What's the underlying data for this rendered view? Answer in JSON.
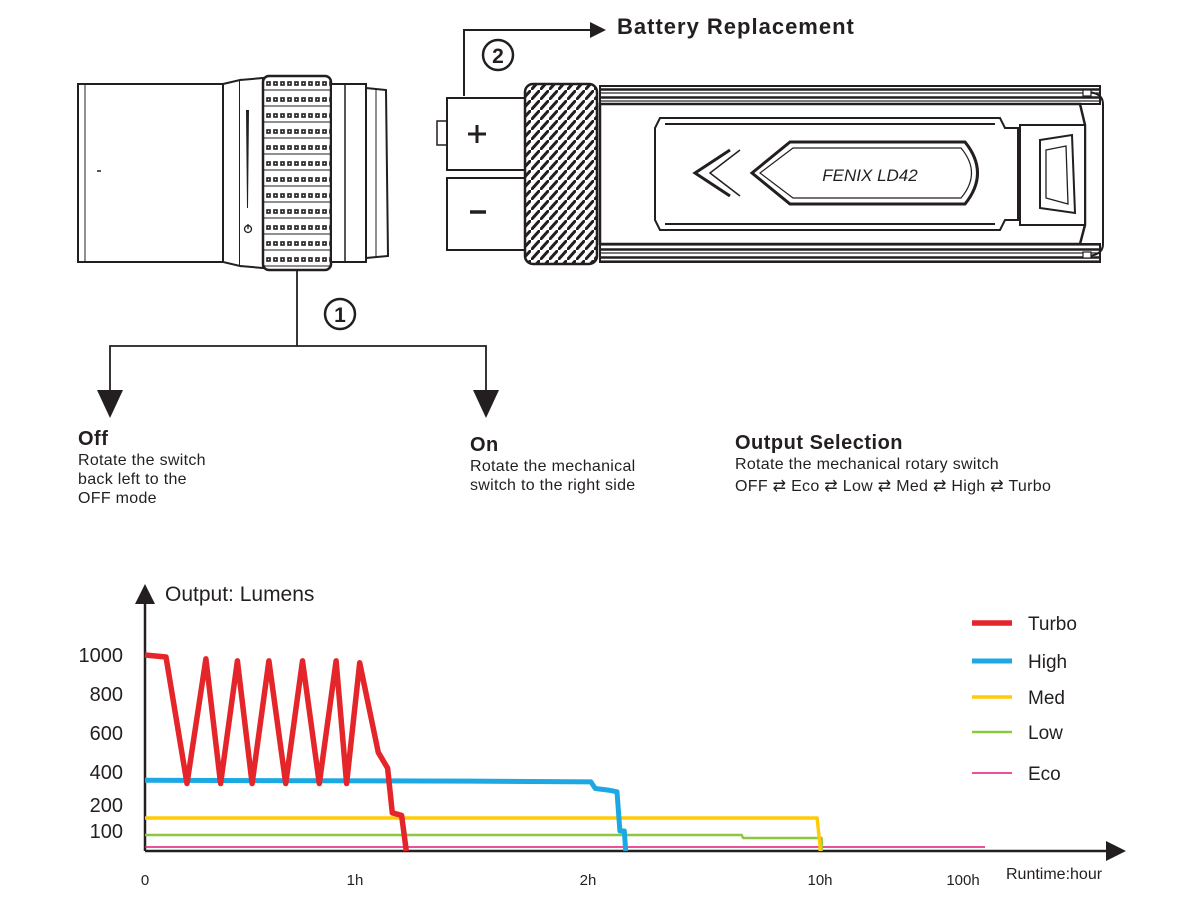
{
  "diagram": {
    "battery_label": "Battery Replacement",
    "step_1": "1",
    "step_2": "2",
    "plus_sign": "+",
    "minus_sign": "–",
    "brand_logo": "FENIX LD42",
    "off": {
      "title": "Off",
      "lines": [
        "Rotate the switch",
        "back left to the",
        "OFF mode"
      ]
    },
    "on": {
      "title": "On",
      "lines": [
        "Rotate the mechanical",
        "switch to the right side"
      ]
    },
    "output": {
      "title": "Output Selection",
      "line1": "Rotate the mechanical rotary switch",
      "sequence": "OFF ⇄ Eco ⇄ Low ⇄ Med ⇄ High ⇄ Turbo"
    }
  },
  "chart_data": {
    "type": "line",
    "ylabel": "Output: Lumens",
    "xlabel": "Runtime:hour",
    "y_ticks": [
      "1000",
      "800",
      "600",
      "400",
      "200",
      "100"
    ],
    "x_ticks": [
      "0",
      "1h",
      "2h",
      "10h",
      "100h"
    ],
    "legend_position": "top-right",
    "series": [
      {
        "name": "Turbo",
        "color": "#e4262a",
        "points": [
          [
            0,
            1000
          ],
          [
            0.1,
            990
          ],
          [
            0.2,
            330
          ],
          [
            0.29,
            980
          ],
          [
            0.36,
            330
          ],
          [
            0.44,
            970
          ],
          [
            0.51,
            330
          ],
          [
            0.59,
            970
          ],
          [
            0.67,
            330
          ],
          [
            0.75,
            970
          ],
          [
            0.83,
            330
          ],
          [
            0.91,
            970
          ],
          [
            0.96,
            330
          ],
          [
            1.02,
            960
          ],
          [
            1.1,
            500
          ],
          [
            1.14,
            420
          ],
          [
            1.16,
            170
          ],
          [
            1.2,
            160
          ],
          [
            1.22,
            0
          ]
        ]
      },
      {
        "name": "High",
        "color": "#1ca8e3",
        "points": [
          [
            0,
            350
          ],
          [
            1.5,
            345
          ],
          [
            2.1,
            340
          ],
          [
            2.25,
            300
          ],
          [
            2.7,
            290
          ],
          [
            3.0,
            280
          ],
          [
            3.1,
            100
          ],
          [
            3.25,
            100
          ],
          [
            3.3,
            0
          ]
        ]
      },
      {
        "name": "Med",
        "color": "#ffcb05",
        "points": [
          [
            0,
            150
          ],
          [
            9.9,
            150
          ],
          [
            10.0,
            30
          ],
          [
            10.15,
            0
          ]
        ]
      },
      {
        "name": "Low",
        "color": "#8dc63f",
        "points": [
          [
            0,
            80
          ],
          [
            7.3,
            80
          ],
          [
            7.35,
            65
          ],
          [
            11.0,
            65
          ],
          [
            11.1,
            0
          ]
        ]
      },
      {
        "name": "Eco",
        "color": "#e2197a",
        "points": [
          [
            0,
            20
          ],
          [
            100,
            20
          ],
          [
            103,
            20
          ]
        ]
      }
    ]
  },
  "colors": {
    "ink": "#231f20"
  }
}
